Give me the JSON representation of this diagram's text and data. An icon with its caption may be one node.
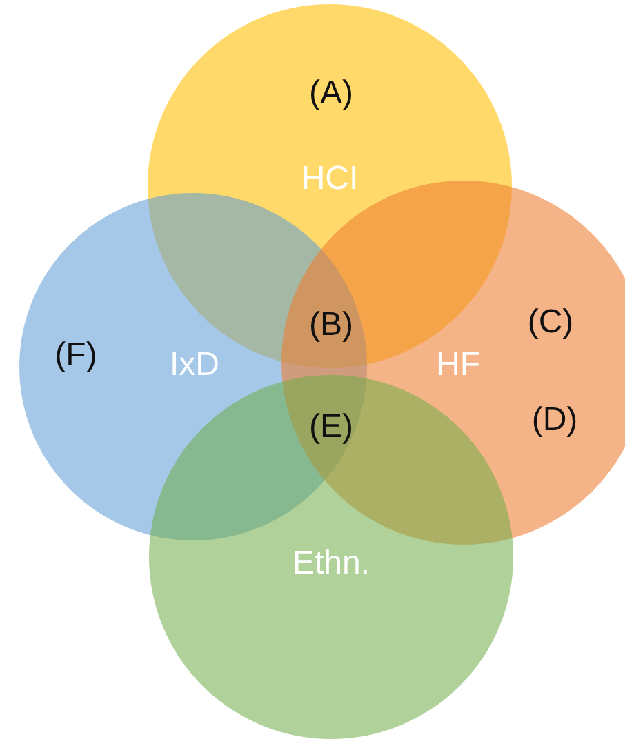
{
  "diagram": {
    "nodes": [
      {
        "text": [
          "HCI"
        ]
      },
      {
        "text": [
          "IxD"
        ]
      },
      {
        "text": [
          "HF"
        ]
      },
      {
        "text": [
          "Ethn."
        ]
      }
    ],
    "labels": [
      "(A)",
      "(B)",
      "(C)",
      "(F)",
      "(E)",
      "(D)"
    ]
  }
}
